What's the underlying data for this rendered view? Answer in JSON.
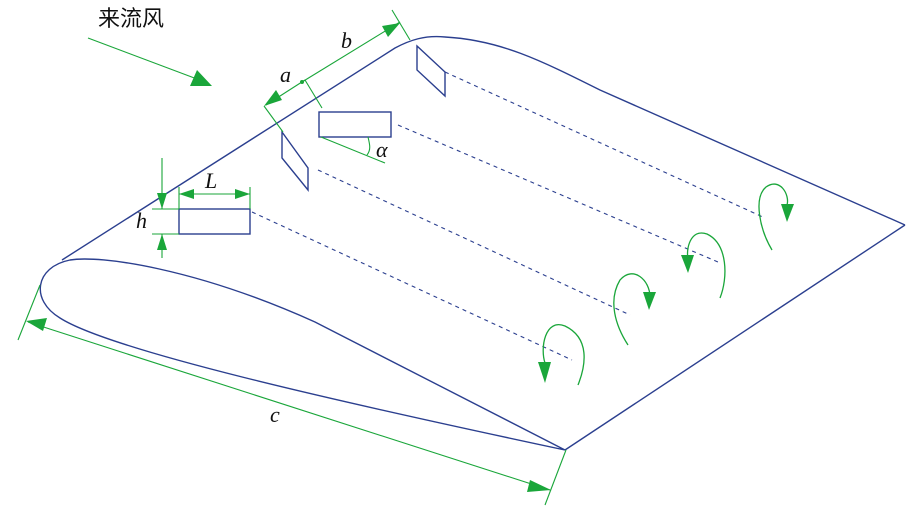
{
  "flow_label": "来流风",
  "labels": {
    "b": "b",
    "a": "a",
    "alpha": "α",
    "L": "L",
    "h": "h",
    "c": "c"
  },
  "colors": {
    "wing_line": "#2b3f8f",
    "dimension_line": "#1aa63a",
    "text": "#111111"
  }
}
